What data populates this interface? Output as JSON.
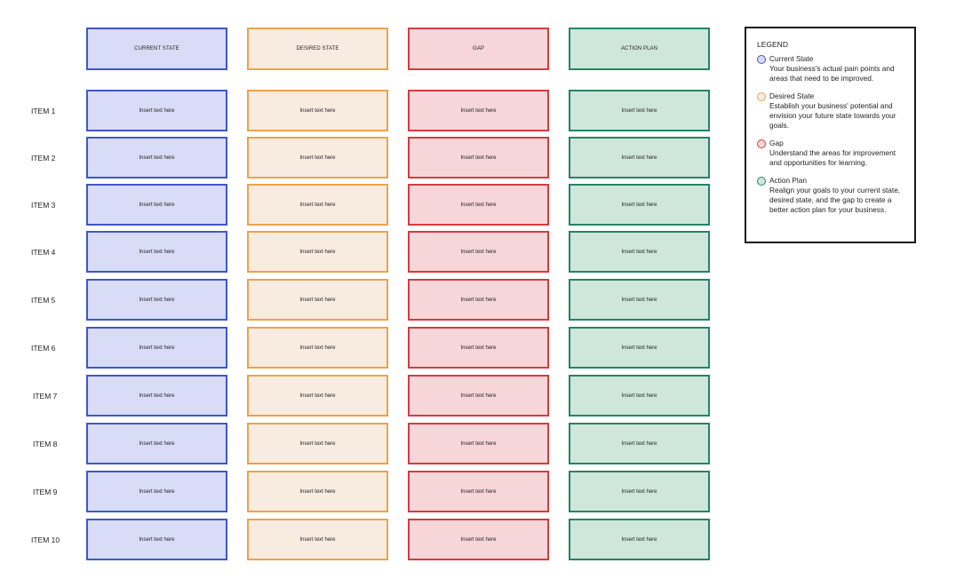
{
  "columns": [
    {
      "header": "CURRENT STATE"
    },
    {
      "header": "DESIRED STATE"
    },
    {
      "header": "GAP"
    },
    {
      "header": "ACTION PLAN"
    }
  ],
  "cell_text": "Insert text here",
  "items": [
    "ITEM 1",
    "ITEM 2",
    "ITEM 3",
    "ITEM 4",
    "ITEM 5",
    "ITEM 6",
    "ITEM 7",
    "ITEM 8",
    "ITEM 9",
    "ITEM 10"
  ],
  "legend": {
    "title": "LEGEND",
    "entries": [
      {
        "name": "Current State",
        "desc": "Your business's actual pain points and areas that need to be improved."
      },
      {
        "name": "Desired State",
        "desc": "Establish your business' potential and envision your future state towards your goals."
      },
      {
        "name": "Gap",
        "desc": "Understand the areas for improvement and opportunities for learning."
      },
      {
        "name": "Action Plan",
        "desc": "Realign your goals to your  current state, desired state, and the gap to create a better action plan for your business."
      }
    ]
  },
  "colors": {
    "current": "#3f57c9",
    "desired": "#eda24a",
    "gap": "#d73b3f",
    "action": "#258463"
  }
}
